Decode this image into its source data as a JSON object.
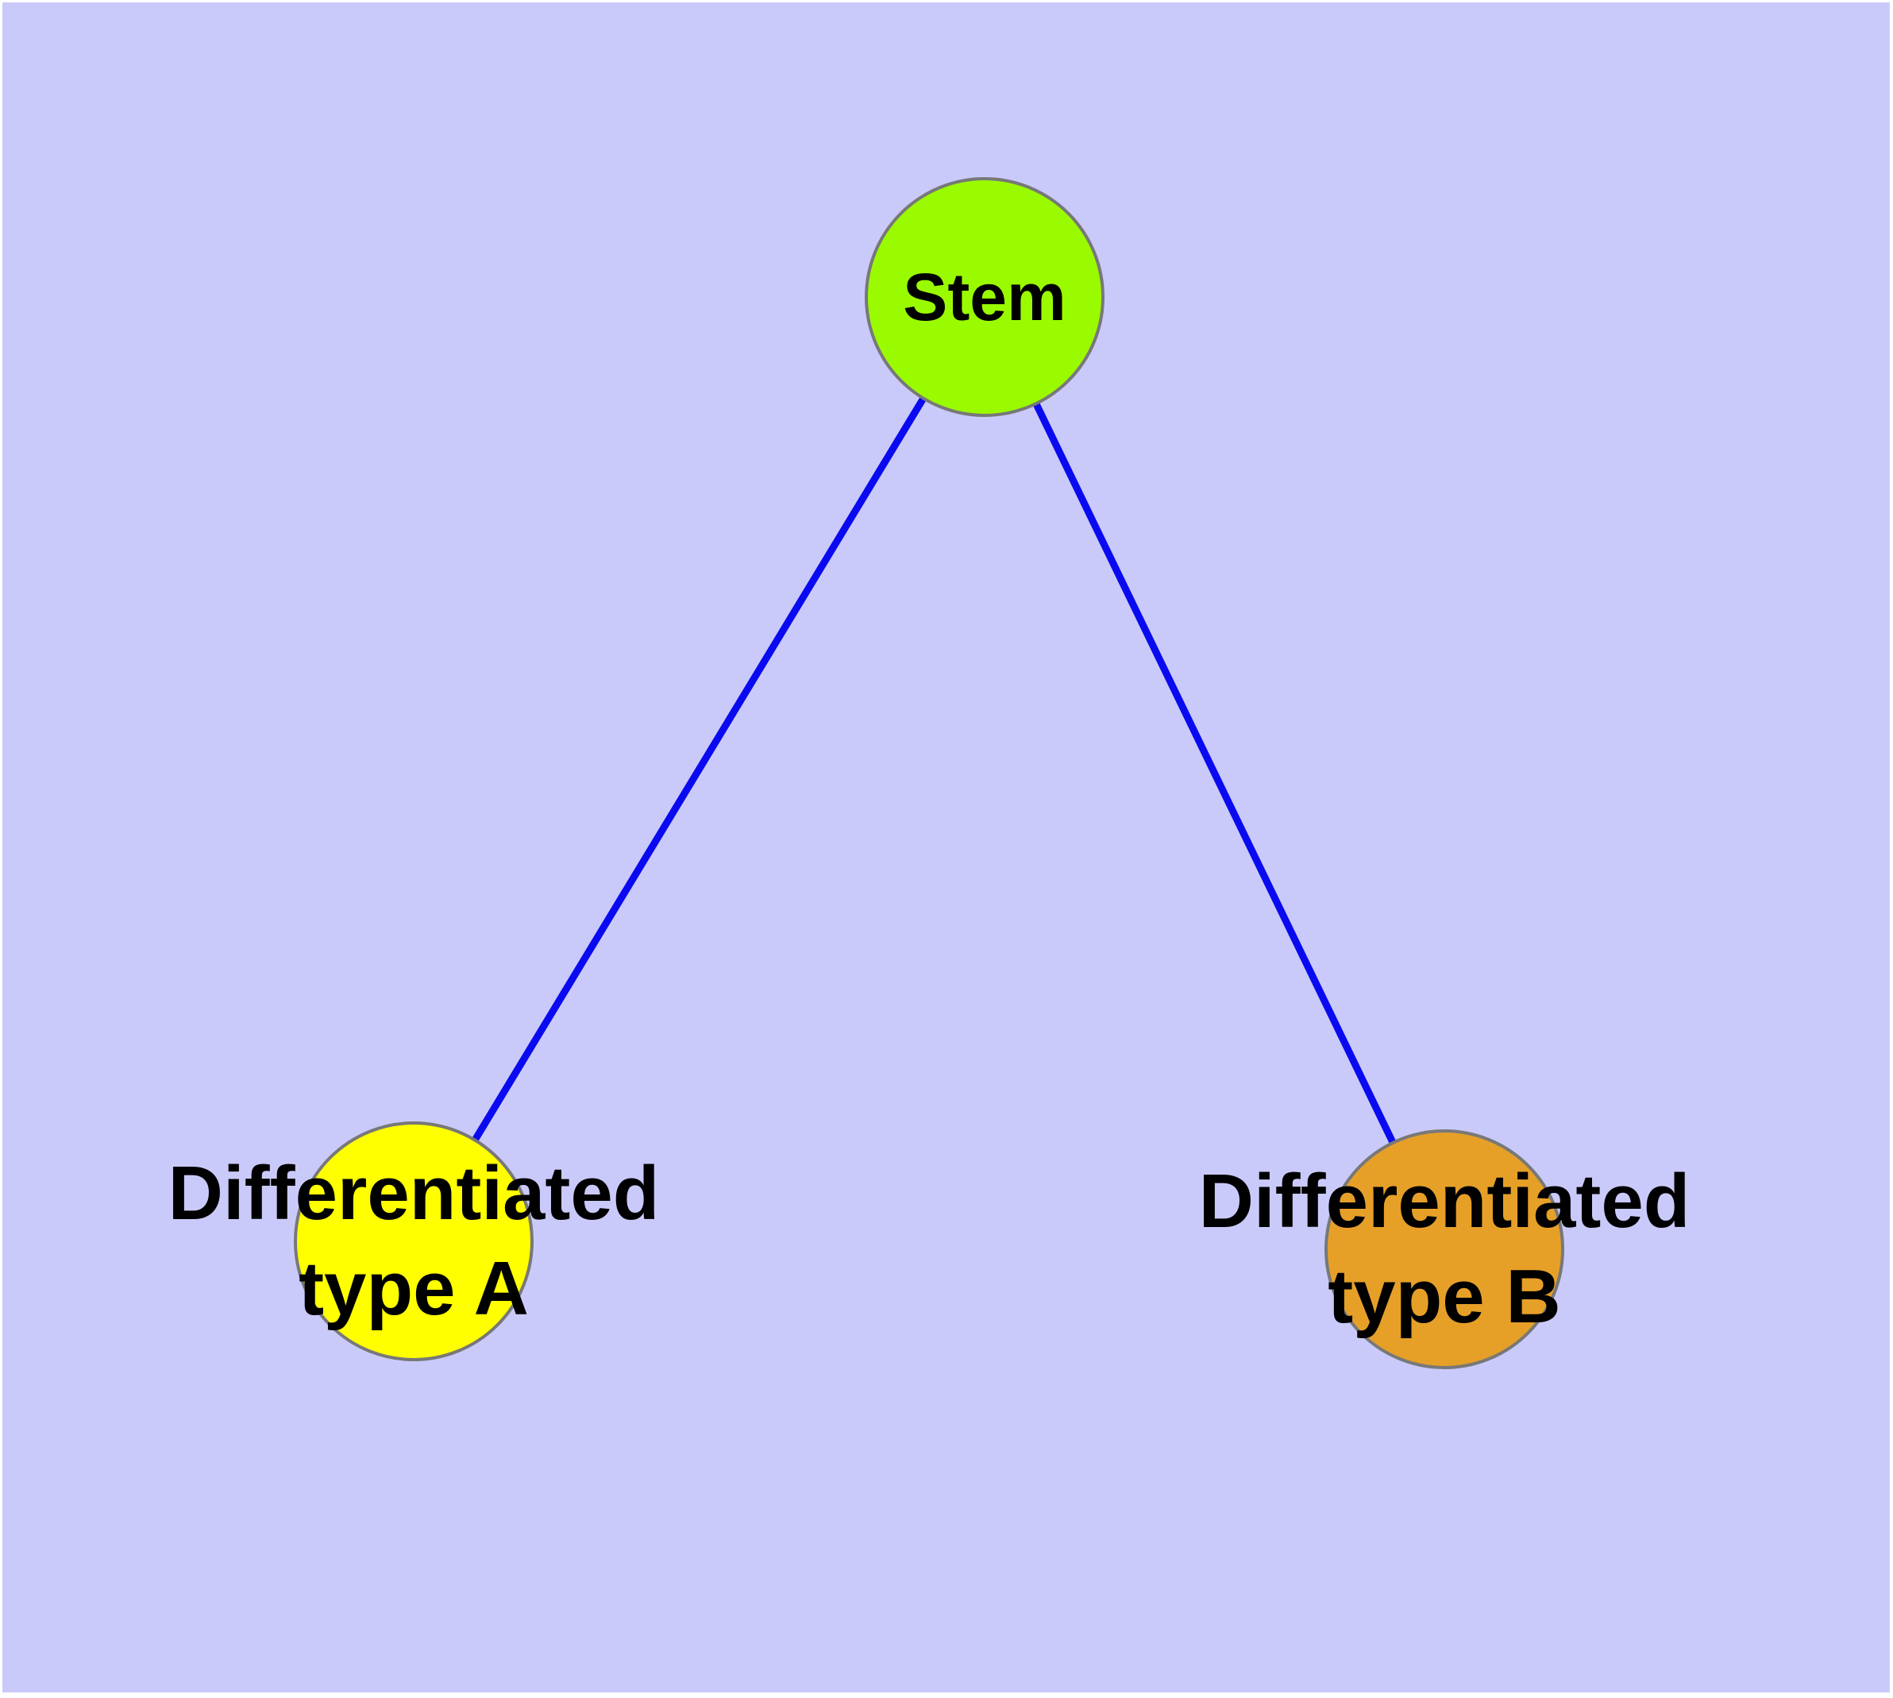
{
  "colors": {
    "page_background": "#ffffff",
    "canvas_background": "#cacafa",
    "node_border": "#787878",
    "edge": "#0a0af0",
    "label_text": "#000000"
  },
  "nodes": {
    "stem": {
      "label": "Stem",
      "fill": "#9afb00"
    },
    "type_a": {
      "line1": "Differentiated",
      "line2": "type A",
      "fill": "#ffff00"
    },
    "type_b": {
      "line1": "Differentiated",
      "line2": "type B",
      "fill": "#e6a028"
    }
  },
  "edges": [
    {
      "from": "Stem",
      "to": "Differentiated type A"
    },
    {
      "from": "Stem",
      "to": "Differentiated type B"
    }
  ]
}
